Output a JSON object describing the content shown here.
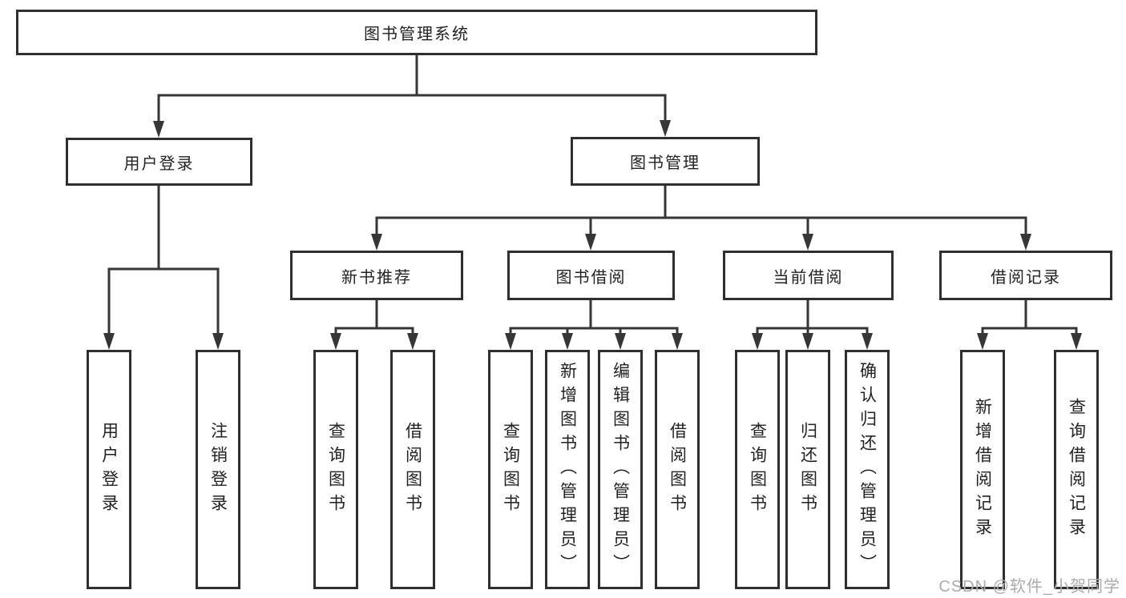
{
  "tree": {
    "label": "图书管理系统",
    "children": [
      {
        "label": "用户登录",
        "children": [
          {
            "label": "用户登录"
          },
          {
            "label": "注销登录"
          }
        ]
      },
      {
        "label": "图书管理",
        "children": [
          {
            "label": "新书推荐",
            "children": [
              {
                "label": "查询图书"
              },
              {
                "label": "借阅图书"
              }
            ]
          },
          {
            "label": "图书借阅",
            "children": [
              {
                "label": "查询图书"
              },
              {
                "label": "新增图书（管理员）"
              },
              {
                "label": "编辑图书（管理员）"
              },
              {
                "label": "借阅图书"
              }
            ]
          },
          {
            "label": "当前借阅",
            "children": [
              {
                "label": "查询图书"
              },
              {
                "label": "归还图书"
              },
              {
                "label": "确认归还（管理员）"
              }
            ]
          },
          {
            "label": "借阅记录",
            "children": [
              {
                "label": "新增借阅记录"
              },
              {
                "label": "查询借阅记录"
              }
            ]
          }
        ]
      }
    ]
  },
  "watermark": {
    "text": "CSDN @软件_小贺同学"
  },
  "colors": {
    "line": "#363636",
    "border": "#2f2f2f",
    "text": "#222222",
    "watermark": "#ababab",
    "background": "#ffffff"
  }
}
